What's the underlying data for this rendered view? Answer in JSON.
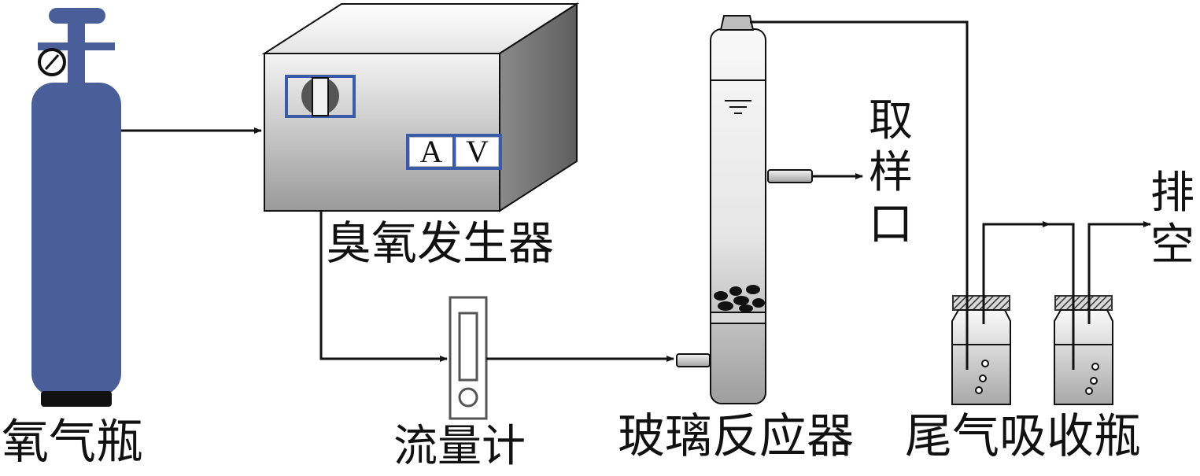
{
  "labels": {
    "oxygen_cylinder": "氧气瓶",
    "ozone_generator": "臭氧发生器",
    "flowmeter": "流量计",
    "glass_reactor": "玻璃反应器",
    "sampling_port": [
      "取",
      "样",
      "口"
    ],
    "tail_gas_bottles": "尾气吸收瓶",
    "vent": [
      "排",
      "空"
    ]
  },
  "generator_panel": {
    "meter_a": "A",
    "meter_v": "V"
  },
  "colors": {
    "cylinder": "#4a5f9a",
    "panel_border": "#3a5ca8",
    "line": "#111111",
    "box_light": "#f2f2f2",
    "box_dark": "#8c8c8c"
  }
}
